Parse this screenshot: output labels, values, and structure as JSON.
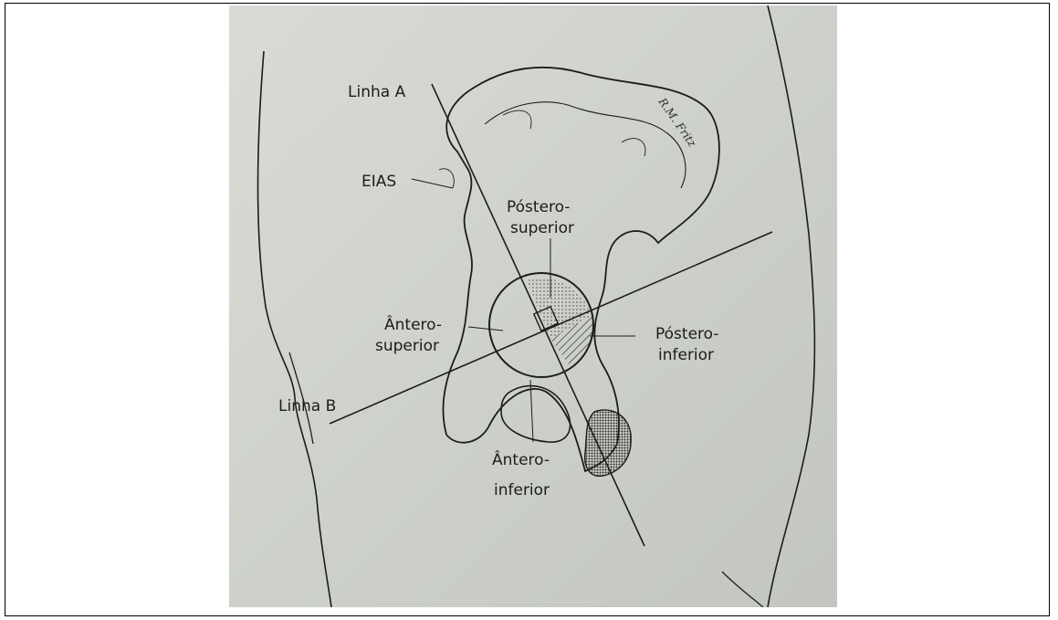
{
  "labels": {
    "linha_a": "Linha A",
    "linha_b": "Linha B",
    "eias": "EIAS",
    "postero_superior_1": "Póstero-",
    "postero_superior_2": "superior",
    "antero_superior_1": "Ântero-",
    "antero_superior_2": "superior",
    "postero_inferior_1": "Póstero-",
    "postero_inferior_2": "inferior",
    "antero_inferior_1": "Ântero-",
    "antero_inferior_2": "inferior",
    "signature": "R.M. Fritz"
  },
  "colors": {
    "ink": "#1c1c1c",
    "paper": "#cfd2cc"
  }
}
